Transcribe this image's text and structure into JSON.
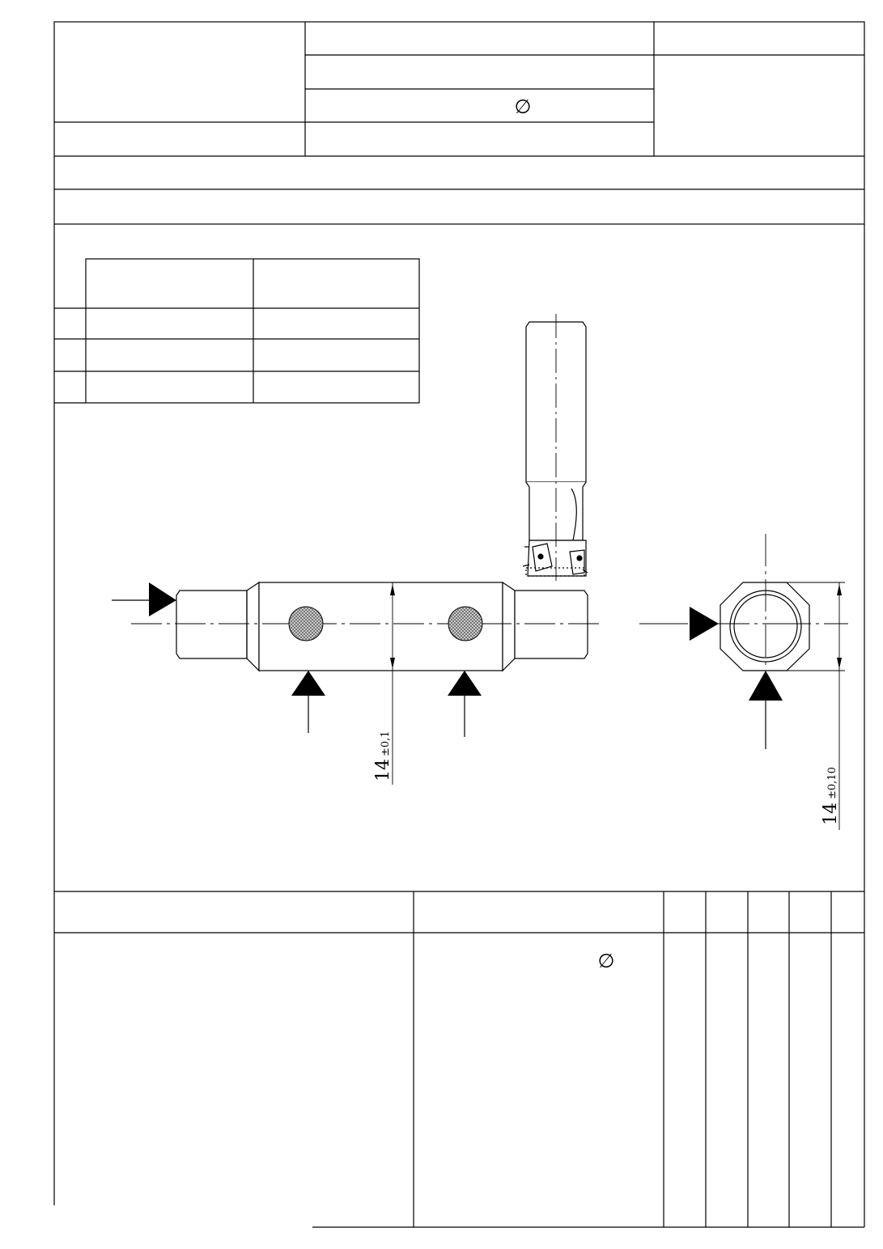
{
  "header": {
    "diameter_symbol": "∅"
  },
  "front_view": {
    "dimension": {
      "value": "14",
      "tolerance": "±0,1"
    }
  },
  "side_view": {
    "dimension": {
      "value": "14",
      "tolerance": "±0,10"
    }
  },
  "operations_table": {
    "diameter_symbol": "∅"
  }
}
